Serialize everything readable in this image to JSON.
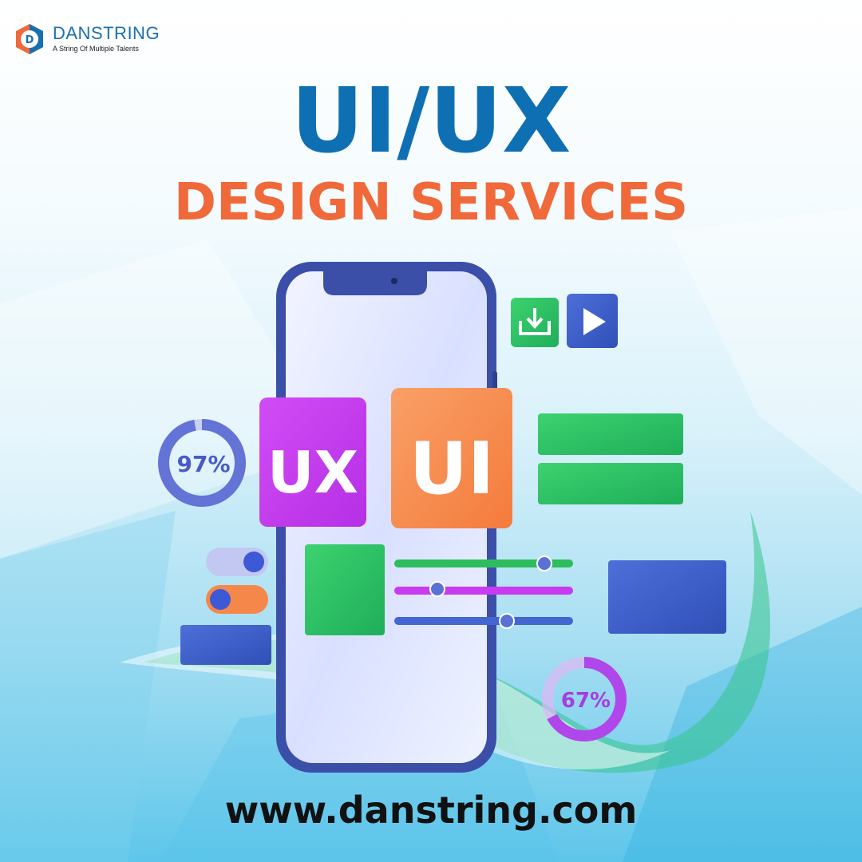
{
  "brand": {
    "name": "DANSTRING",
    "tagline": "A String Of Multiple Talents",
    "logo_icon": "danstring-hexagon-logo"
  },
  "headline": "UI/UX",
  "subheadline": "DESIGN SERVICES",
  "illustration": {
    "ux_badge": "UX",
    "ui_badge": "UI",
    "progress_left": {
      "label": "97%",
      "value": 97
    },
    "progress_right": {
      "label": "67%",
      "value": 67
    },
    "icons": [
      "download-icon",
      "play-icon"
    ],
    "colors": {
      "primary_blue": "#0f6fb3",
      "accent_orange": "#f0693a",
      "ux_purple": "#c43cf0",
      "ui_orange": "#f68a4c",
      "green": "#2fc46a"
    }
  },
  "website": "www.danstring.com"
}
